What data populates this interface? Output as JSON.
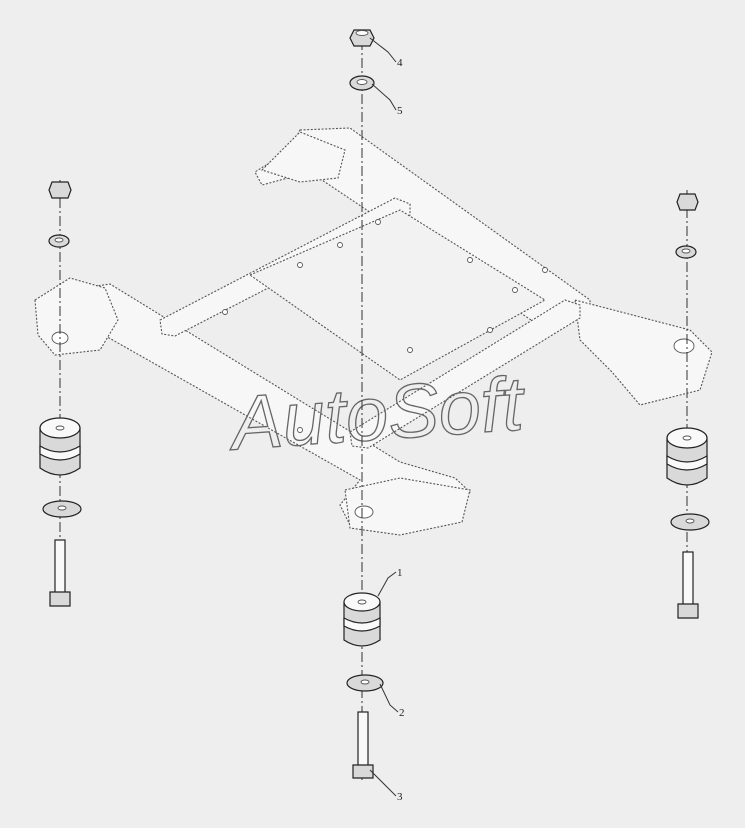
{
  "watermark": "AutoSoft",
  "callouts": [
    {
      "id": "1",
      "label": "1"
    },
    {
      "id": "2",
      "label": "2"
    },
    {
      "id": "3",
      "label": "3"
    },
    {
      "id": "4",
      "label": "4"
    },
    {
      "id": "5",
      "label": "5"
    }
  ],
  "colors": {
    "background": "#eeeeee",
    "line": "#222222"
  }
}
